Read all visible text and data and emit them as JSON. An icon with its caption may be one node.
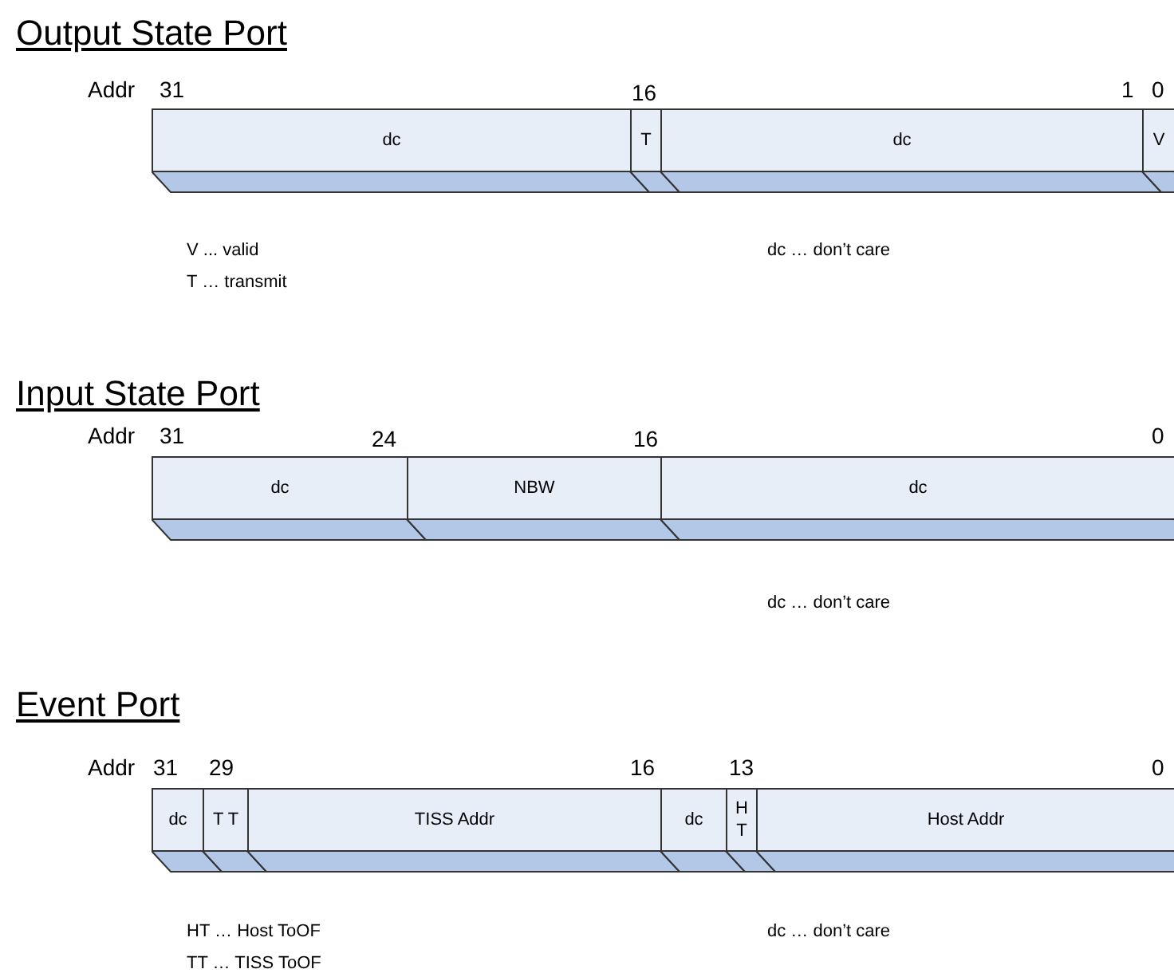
{
  "diagram": {
    "nodes": [
      {
        "text": [
          "dc"
        ]
      },
      {
        "text": [
          "T"
        ]
      },
      {
        "text": [
          "dc"
        ]
      },
      {
        "text": [
          "V"
        ]
      },
      {
        "text": [
          "dc"
        ]
      },
      {
        "text": [
          "NBW"
        ]
      },
      {
        "text": [
          "dc"
        ]
      },
      {
        "text": [
          "dc"
        ]
      },
      {
        "text": [
          "T T"
        ]
      },
      {
        "text": [
          "TISS Addr"
        ]
      },
      {
        "text": [
          "dc"
        ]
      },
      {
        "text": [
          "H T"
        ]
      },
      {
        "text": [
          "Host Addr"
        ]
      }
    ],
    "labels": [
      "Output State Port",
      "Addr",
      "31",
      "16",
      "1",
      "0",
      "V ... valid",
      "dc … don’t care",
      "T … transmit",
      "Input State Port",
      "Addr",
      "31",
      "24",
      "16",
      "0",
      "dc … don’t care",
      "Event Port",
      "Addr",
      "31",
      "29",
      "16",
      "13",
      "0",
      "HT … Host ToOF",
      "dc … don’t care",
      "TT … TISS ToOF"
    ]
  }
}
